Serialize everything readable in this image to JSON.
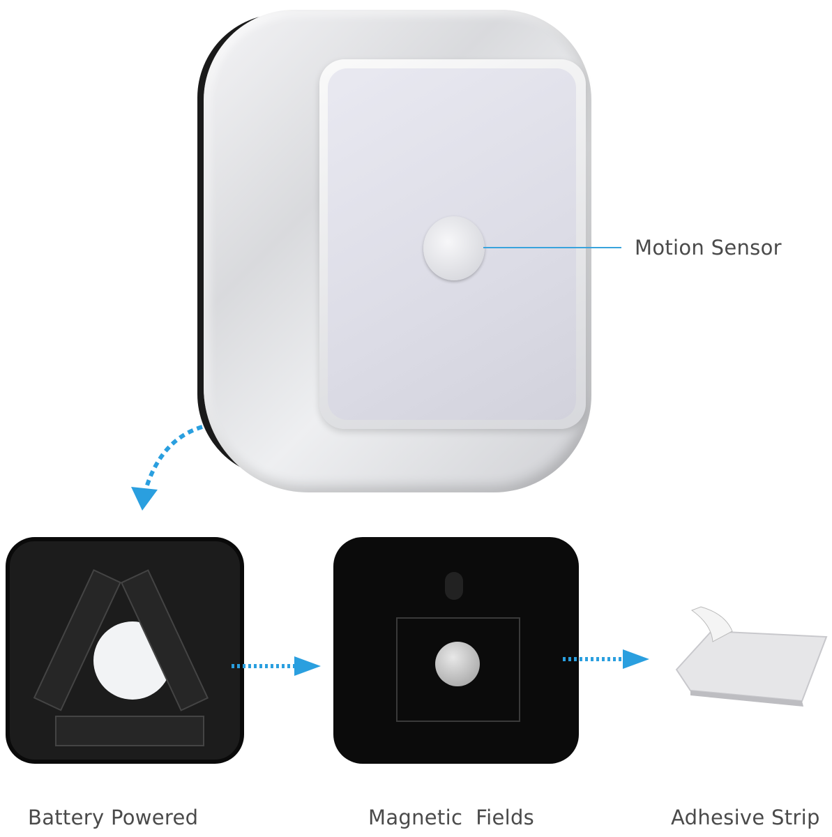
{
  "labels": {
    "motion_sensor": "Motion Sensor",
    "battery_powered": "Battery Powered",
    "magnetic_fields": "Magnetic  Fields",
    "adhesive_strip": "Adhesive Strip"
  },
  "colors": {
    "accent": "#2a9fdf",
    "text": "#4a4a4a"
  }
}
